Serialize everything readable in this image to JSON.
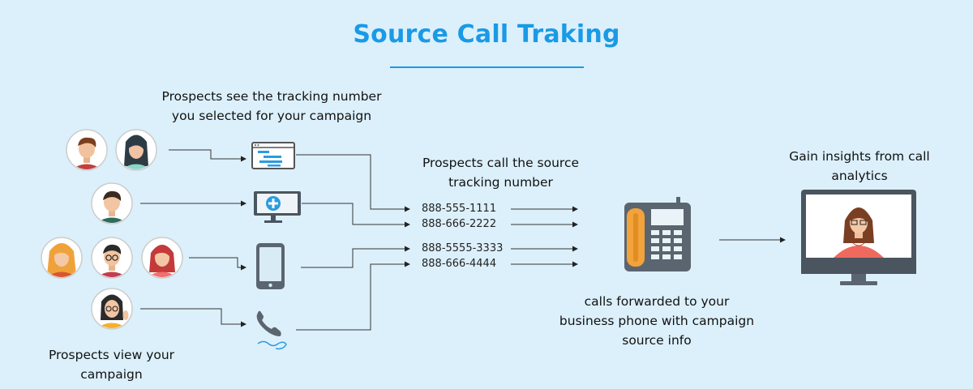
{
  "title": "Source Call Traking",
  "labels": {
    "see_line1": "Prospects see the tracking number",
    "see_line2": "you selected for your campaign",
    "call_line1": "Prospects call the source",
    "call_line2": "tracking number",
    "view_line1": "Prospects view  your",
    "view_line2": "campaign",
    "forward_line1": "calls forwarded to your",
    "forward_line2": "business phone with campaign",
    "forward_line3": "source info",
    "insight_line1": "Gain insights from call",
    "insight_line2": "analytics"
  },
  "numbers": [
    "888-555-1111",
    "888-666-2222",
    "888-5555-3333",
    "888-666-4444"
  ],
  "icons": {
    "channels": [
      "web-ad-icon",
      "desktop-monitor-icon",
      "smartphone-icon",
      "handset-icon"
    ],
    "destination": "desk-phone-icon",
    "result": "analytics-monitor-icon"
  },
  "colors": {
    "accent": "#1a9ae6",
    "background": "#dcf0fb",
    "device_gray": "#5b6570",
    "phone_orange": "#f2a33a"
  }
}
